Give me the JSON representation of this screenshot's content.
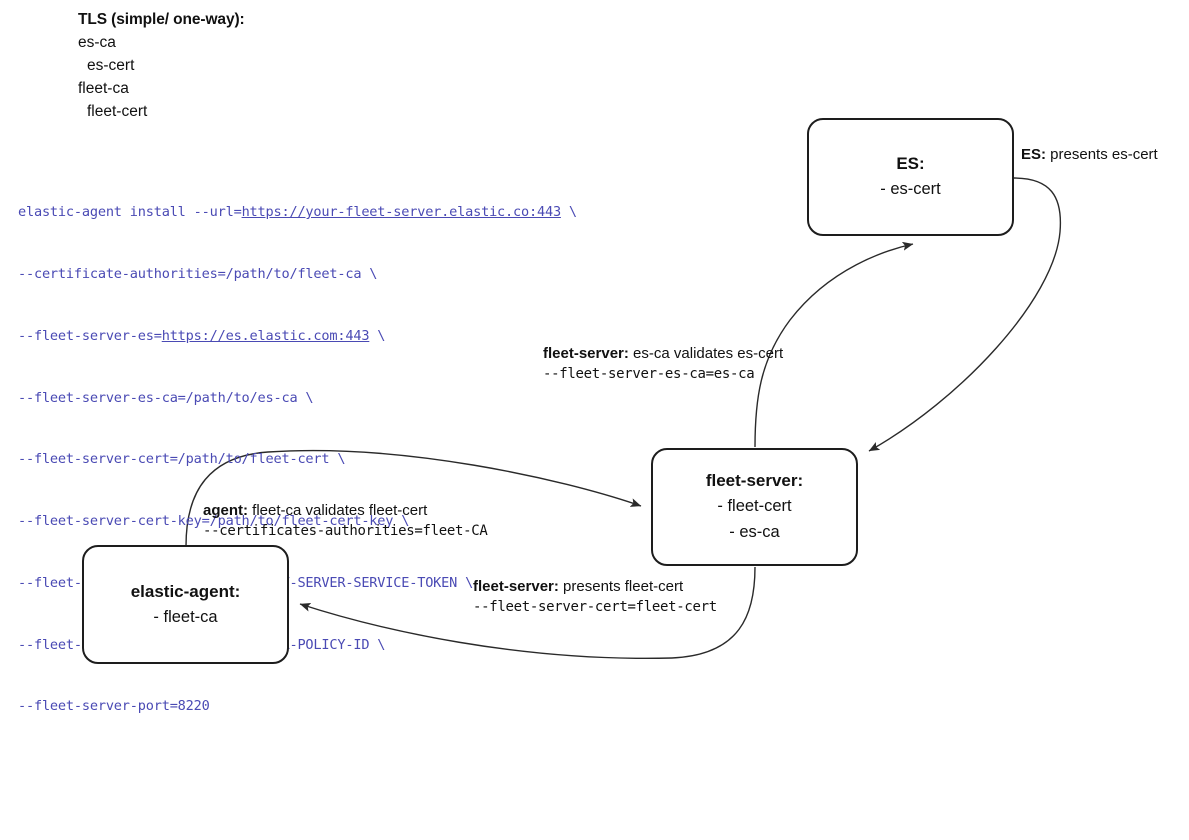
{
  "legend": {
    "title": "TLS (simple/ one-way):",
    "lines": [
      {
        "text": "es-ca",
        "indent": false
      },
      {
        "text": "es-cert",
        "indent": true
      },
      {
        "text": "fleet-ca",
        "indent": false
      },
      {
        "text": "fleet-cert",
        "indent": true
      }
    ]
  },
  "command": {
    "color": "#4a4ab4",
    "lines": [
      {
        "pre": "elastic-agent install --url=",
        "url": "https://your-fleet-server.elastic.co:443",
        "post": " \\"
      },
      {
        "pre": "--certificate-authorities=/path/to/fleet-ca \\",
        "url": "",
        "post": ""
      },
      {
        "pre": "--fleet-server-es=",
        "url": "https://es.elastic.com:443",
        "post": " \\"
      },
      {
        "pre": "--fleet-server-es-ca=/path/to/es-ca \\",
        "url": "",
        "post": ""
      },
      {
        "pre": "--fleet-server-cert=/path/to/fleet-cert \\",
        "url": "",
        "post": ""
      },
      {
        "pre": "--fleet-server-cert-key=/path/to/fleet-cert-key \\",
        "url": "",
        "post": ""
      },
      {
        "pre": "--fleet-server-service-token=FLEET-SERVER-SERVICE-TOKEN \\",
        "url": "",
        "post": ""
      },
      {
        "pre": "--fleet-server-policy=FLEET-SERVER-POLICY-ID \\",
        "url": "",
        "post": ""
      },
      {
        "pre": "--fleet-server-port=8220",
        "url": "",
        "post": ""
      }
    ]
  },
  "nodes": {
    "es": {
      "title": "ES:",
      "items": [
        "- es-cert"
      ]
    },
    "fleet_server": {
      "title": "fleet-server:",
      "items": [
        "- fleet-cert",
        "- es-ca"
      ]
    },
    "elastic_agent": {
      "title": "elastic-agent:",
      "items": [
        "- fleet-ca"
      ]
    }
  },
  "edges": [
    {
      "id": "es-presents",
      "actor": "ES:",
      "description": " presents es-cert",
      "flag": "",
      "from": "es",
      "to": "fleet-server"
    },
    {
      "id": "fleet-server-validates",
      "actor": "fleet-server:",
      "description": " es-ca validates es-cert",
      "flag": "--fleet-server-es-ca=es-ca",
      "from": "fleet-server",
      "to": "es"
    },
    {
      "id": "agent-validates",
      "actor": "agent:",
      "description": " fleet-ca validates fleet-cert",
      "flag": "--certificates-authorities=fleet-CA",
      "from": "elastic-agent",
      "to": "fleet-server"
    },
    {
      "id": "fleet-server-presents",
      "actor": "fleet-server:",
      "description": " presents fleet-cert",
      "flag": "--fleet-server-cert=fleet-cert",
      "from": "fleet-server",
      "to": "elastic-agent"
    }
  ],
  "colors": {
    "stroke": "#1d1d1d",
    "text": "#111111",
    "command": "#4a4ab4",
    "background": "#ffffff"
  }
}
